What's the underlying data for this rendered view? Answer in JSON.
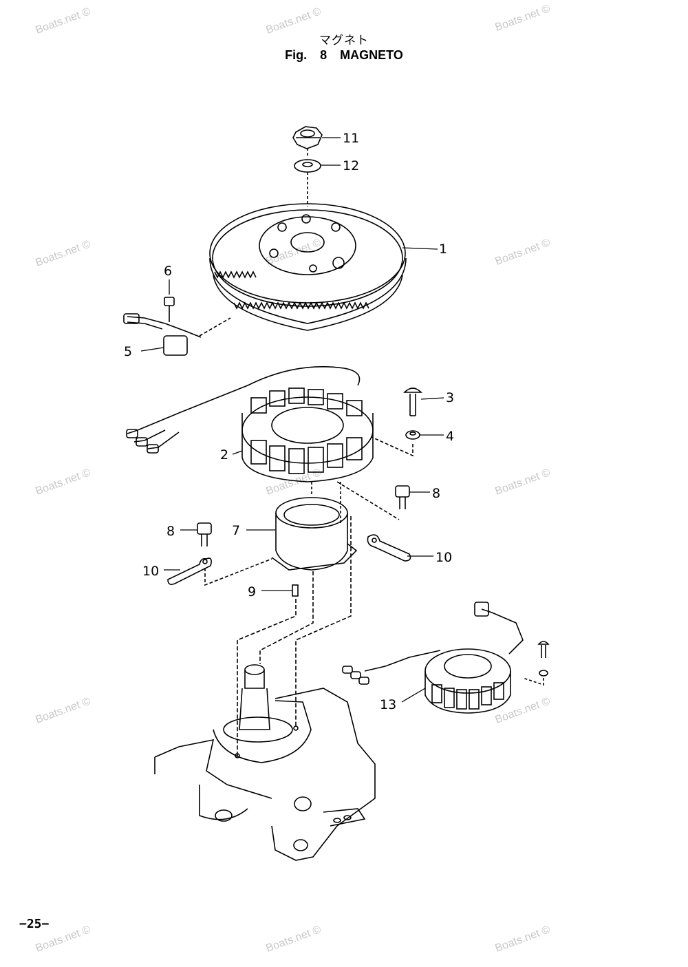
{
  "title_jp": "マグネト",
  "title_en": "Fig. 8    MAGNETO",
  "page_number": "−25−",
  "watermark": "Boats.net ©",
  "callouts": [
    "11",
    "12",
    "1",
    "6",
    "5",
    "3",
    "4",
    "2",
    "8",
    "8",
    "7",
    "10",
    "10",
    "9",
    "13"
  ],
  "colors": {
    "line": "#000000",
    "watermark": "#c8c8c8"
  }
}
